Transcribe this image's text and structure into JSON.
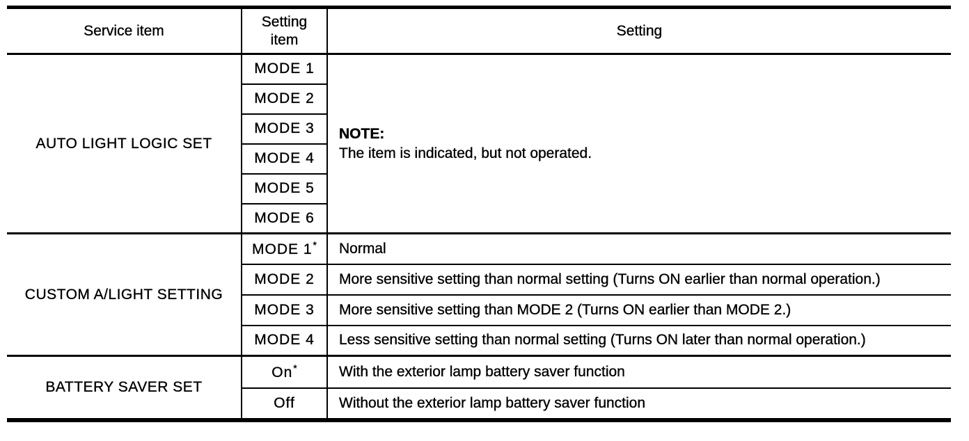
{
  "table": {
    "headers": {
      "service_item": "Service item",
      "setting_item": "Setting item",
      "setting": "Setting"
    },
    "sections": [
      {
        "service_item": "AUTO LIGHT LOGIC SET",
        "rows": [
          {
            "setting_item": "MODE 1"
          },
          {
            "setting_item": "MODE 2"
          },
          {
            "setting_item": "MODE 3"
          },
          {
            "setting_item": "MODE 4"
          },
          {
            "setting_item": "MODE 5"
          },
          {
            "setting_item": "MODE 6"
          }
        ],
        "merged_setting": {
          "note_label": "NOTE:",
          "note_text": "The item is indicated, but not operated."
        }
      },
      {
        "service_item": "CUSTOM A/LIGHT SETTING",
        "rows": [
          {
            "setting_item": "MODE 1",
            "sup": "*",
            "setting": "Normal"
          },
          {
            "setting_item": "MODE 2",
            "setting": "More sensitive setting than normal setting (Turns ON earlier than normal operation.)"
          },
          {
            "setting_item": "MODE 3",
            "setting": "More sensitive setting than MODE 2 (Turns ON earlier than MODE 2.)"
          },
          {
            "setting_item": "MODE 4",
            "setting": "Less sensitive setting than normal setting (Turns ON later than normal operation.)"
          }
        ]
      },
      {
        "service_item": "BATTERY SAVER SET",
        "rows": [
          {
            "setting_item": "On",
            "sup": "*",
            "setting": "With the exterior lamp battery saver function"
          },
          {
            "setting_item": "Off",
            "setting": "Without the exterior lamp battery saver function"
          }
        ]
      }
    ]
  },
  "colors": {
    "text": "#000000",
    "border": "#000000",
    "background": "#ffffff"
  }
}
